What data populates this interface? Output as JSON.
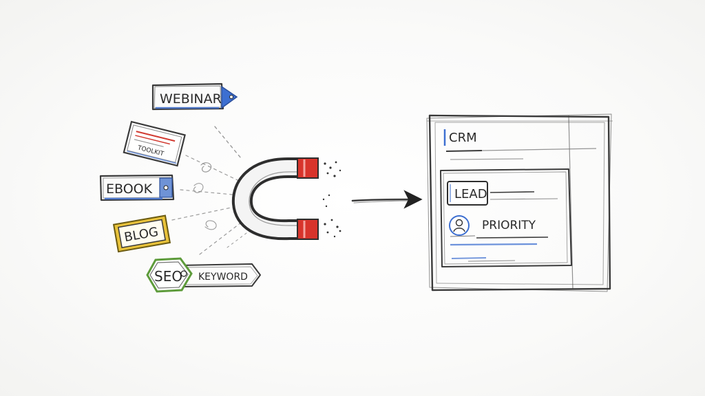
{
  "sources": {
    "webinar": {
      "label": "WEBINAR",
      "accent": "#3d6fd1"
    },
    "doc": {
      "label": "TOOLKIT",
      "accent": "#d23b32"
    },
    "ebook": {
      "label": "EBOOK",
      "accent": "#3d6fd1"
    },
    "blog": {
      "label": "BLOG",
      "accent": "#e0b321"
    },
    "seo": {
      "label": "SEO",
      "accent": "#5d9b3a"
    },
    "keyword": {
      "label": "KEYWORD"
    }
  },
  "magnet": {
    "pole_color": "#d8342b",
    "icon": "magnet-icon"
  },
  "crm": {
    "title": "CRM",
    "lead_label": "LEAD",
    "priority_label": "PRIORITY",
    "accent": "#3d6fd1",
    "avatar_icon": "avatar-icon"
  }
}
